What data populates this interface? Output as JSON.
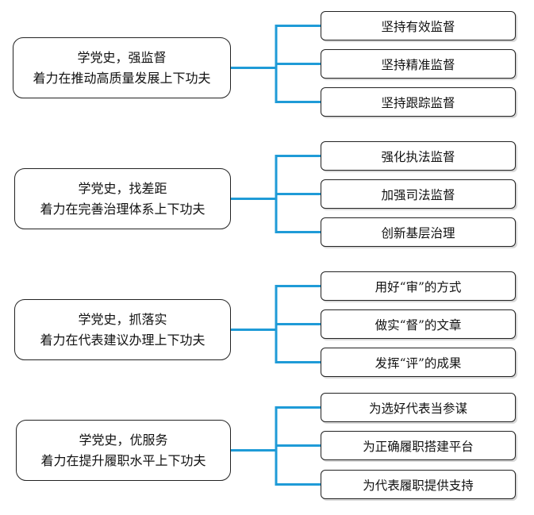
{
  "colors": {
    "connector": "#1f9bd7",
    "border": "#222222",
    "text": "#111111"
  },
  "groups": [
    {
      "title_line1": "学党史，强监督",
      "title_line2": "着力在推动高质量发展上下功夫",
      "items": [
        "坚持有效监督",
        "坚持精准监督",
        "坚持跟踪监督"
      ]
    },
    {
      "title_line1": "学党史，找差距",
      "title_line2": "着力在完善治理体系上下功夫",
      "items": [
        "强化执法监督",
        "加强司法监督",
        "创新基层治理"
      ]
    },
    {
      "title_line1": "学党史，抓落实",
      "title_line2": "着力在代表建议办理上下功夫",
      "items": [
        "用好“审”的方式",
        "做实“督”的文章",
        "发挥“评”的成果"
      ]
    },
    {
      "title_line1": "学党史，优服务",
      "title_line2": "着力在提升履职水平上下功夫",
      "items": [
        "为选好代表当参谋",
        "为正确履职搭建平台",
        "为代表履职提供支持"
      ]
    }
  ]
}
